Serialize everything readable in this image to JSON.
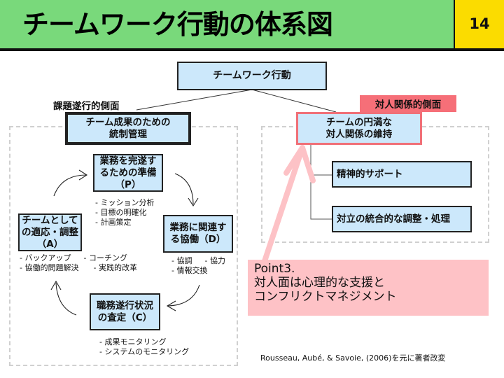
{
  "header": {
    "title": "チームワーク行動の体系図",
    "slide_number": "14",
    "colors": {
      "title_bg": "#79d97b",
      "number_bg": "#fbdc00"
    }
  },
  "diagram": {
    "root": "チームワーク行動",
    "task_side": {
      "aspect_label": "課題遂行的側面",
      "title_line1": "チーム成果のための",
      "title_line2": "統制管理",
      "cycle": {
        "plan": {
          "line1": "業務を完遂す",
          "line2": "るための準備",
          "line3": "（P）",
          "items": [
            "- ミッション分析",
            "- 目標の明確化",
            "- 計画策定"
          ]
        },
        "do": {
          "line1": "業務に関連す",
          "line2": "る協働（D）",
          "items_row1": [
            "- 協調",
            "- 協力"
          ],
          "items_row2": [
            "- 情報交換"
          ]
        },
        "check": {
          "line1": "職務遂行状況",
          "line2": "の査定（C）",
          "items": [
            "- 成果モニタリング",
            "- システムのモニタリング"
          ]
        },
        "act": {
          "line1": "チームとして",
          "line2": "の適応・調整",
          "line3": "（A）",
          "items_row1": [
            "- バックアップ",
            "- コーチング"
          ],
          "items_row2": [
            "- 協働的問題解決",
            "- 実践的改革"
          ]
        }
      }
    },
    "relation_side": {
      "aspect_label": "対人関係的側面",
      "title_line1": "チームの円満な",
      "title_line2": "対人関係の維持",
      "children": [
        "精神的サポート",
        "対立の統合的な調整・処理"
      ],
      "accent_color": "#f66f78"
    }
  },
  "callout": {
    "line1": "Point3.",
    "line2": "対人面は心理的な支援と",
    "line3": "コンフリクトマネジメント",
    "bg_color": "#fec2c6"
  },
  "citation": "Rousseau, Aubé, & Savoie, (2006)を元に著者改変"
}
